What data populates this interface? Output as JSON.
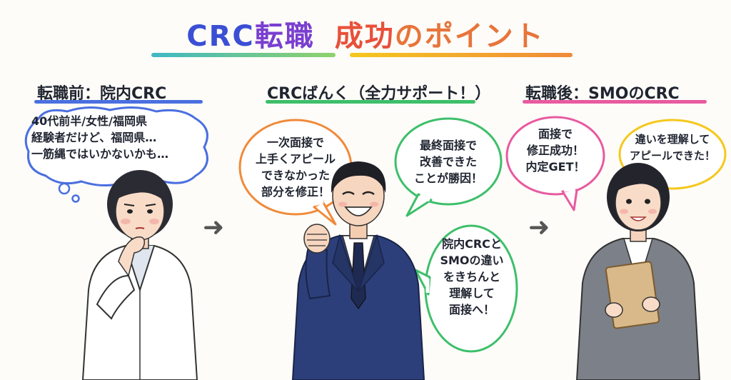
{
  "title": {
    "part1": "CRC",
    "part2": "転職",
    "part3": "成功",
    "part4": "のポイント"
  },
  "columns": [
    {
      "heading": "転職前：院内CRC",
      "bubbles": [
        "40代前半/女性/福岡県\n経験者だけど、福岡県…\n一筋縄ではいかないかも…"
      ]
    },
    {
      "heading": "CRCばんく（全力サポート！）",
      "bubbles": [
        "一次面接で\n上手くアピール\nできなかった\n部分を修正！",
        "最終面接で\n改善できた\nことが勝因！",
        "院内CRCと\nSMOの違い\nをきちんと\n理解して\n面接へ！"
      ]
    },
    {
      "heading": "転職後：SMOのCRC",
      "bubbles": [
        "面接で\n修正成功！\n内定GET！",
        "違いを理解して\nアピールできた！"
      ]
    }
  ],
  "arrows": [
    "➜",
    "➜"
  ],
  "colors": {
    "blue": "#4a6fe0",
    "orange": "#f08a3a",
    "green": "#3dbf6a",
    "pink": "#e85aa0",
    "yellow": "#f5c81e",
    "teal": "#3fb8c4",
    "purple": "#8a4fd8",
    "navy_suit": "#2c3f7a",
    "grey_suit": "#7c8088"
  }
}
